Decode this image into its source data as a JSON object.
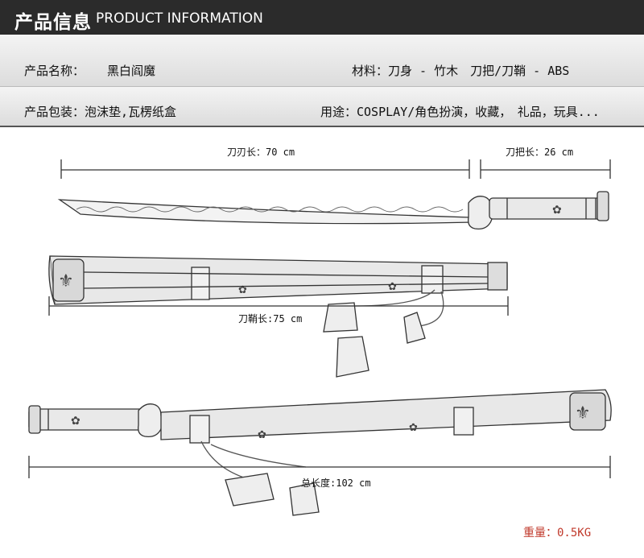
{
  "header": {
    "title_cn": "产品信息",
    "title_en": "PRODUCT INFORMATION"
  },
  "info": {
    "name_label": "产品名称：",
    "name_value": "黑白阎魔",
    "material": "材料：刀身 - 竹木　刀把/刀鞘 - ABS",
    "packaging": "产品包装：泡沫垫,瓦楞纸盒",
    "usage": "用途：COSPLAY/角色扮演，收藏，　礼品，玩具..."
  },
  "dimensions": {
    "blade": "刀刃长：70 cm",
    "handle": "刀把长：26 cm",
    "scabbard": "刀鞘长:75 cm",
    "total": "总长度:102 cm"
  },
  "weight": "重量：0.5KG"
}
